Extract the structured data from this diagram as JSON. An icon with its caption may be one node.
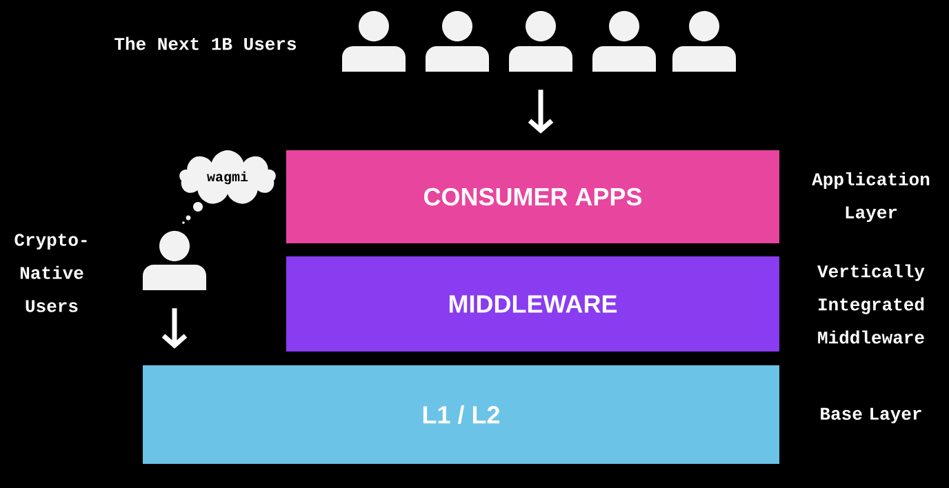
{
  "diagram": {
    "nodes": [
      {
        "text": [],
        "shape": "person"
      },
      {
        "text": [],
        "shape": "person"
      },
      {
        "text": [],
        "shape": "person"
      },
      {
        "text": [],
        "shape": "person"
      },
      {
        "text": [],
        "shape": "person"
      },
      {
        "text": [
          "CONSUMER APPS"
        ],
        "beside": [
          "Application Layer"
        ]
      },
      {
        "text": [
          "MIDDLEWARE"
        ],
        "beside": [
          "Vertically Integrated Middleware"
        ]
      },
      {
        "text": [
          "L1 / L2"
        ],
        "beside": [
          "Base Layer"
        ]
      },
      {
        "text": [
          "wagmi"
        ]
      },
      {
        "text": [],
        "shape": "person",
        "beside": [
          "Crypto-Native Users"
        ]
      }
    ],
    "edges": [
      {
        "from": 2,
        "to": 5,
        "arrow": "to"
      },
      {
        "from": 9,
        "to": 7,
        "arrow": "to"
      }
    ],
    "labels": [
      "The Next 1B Users"
    ]
  }
}
